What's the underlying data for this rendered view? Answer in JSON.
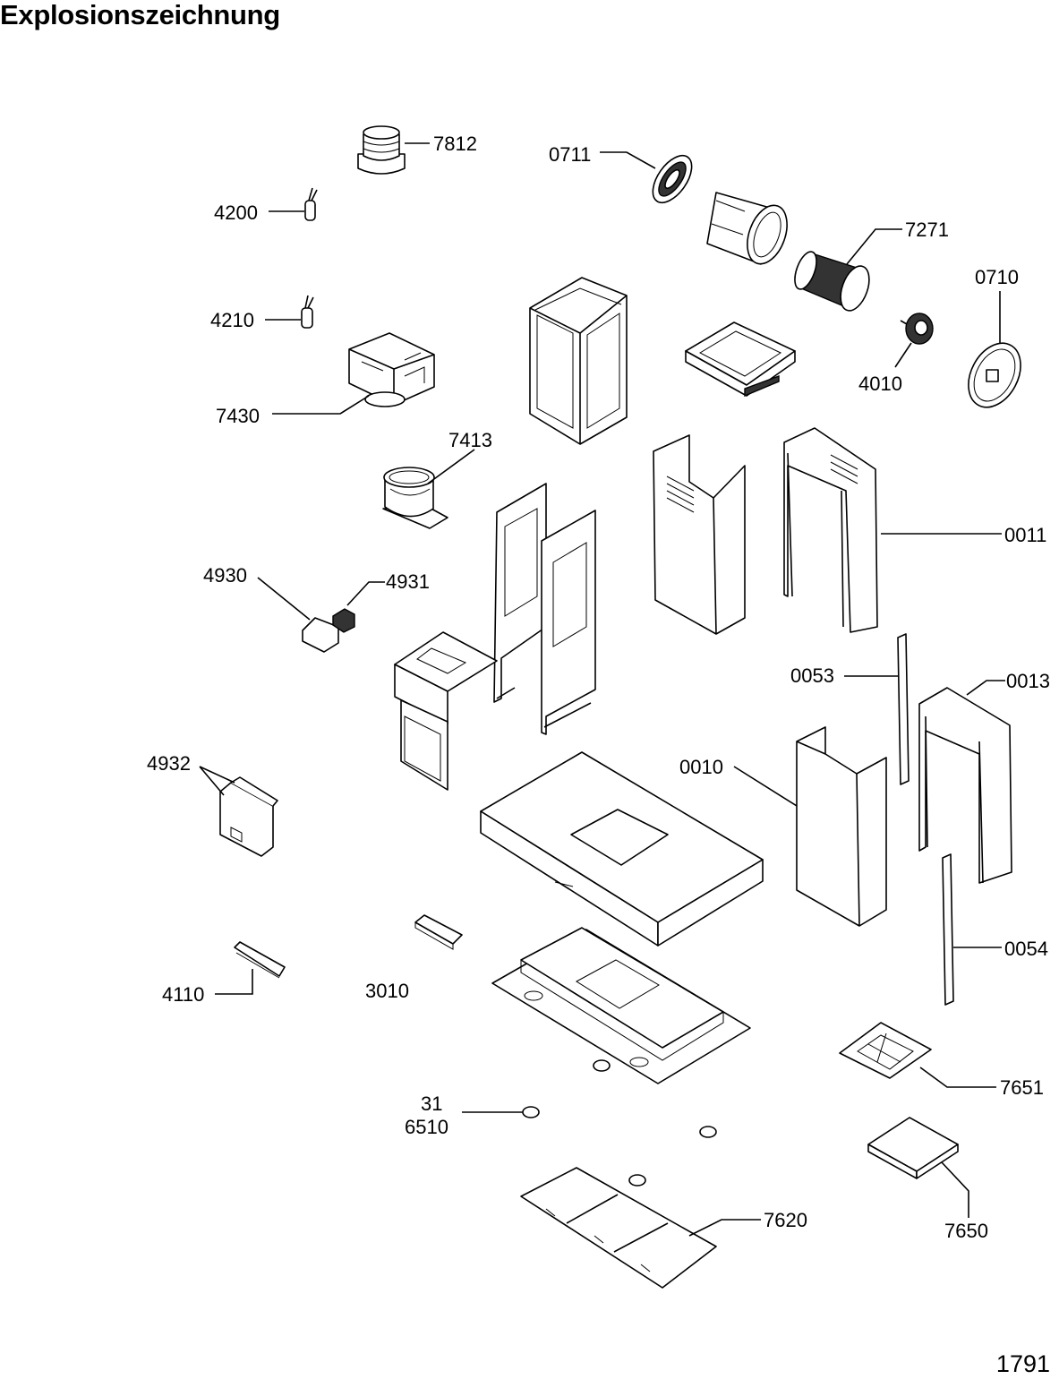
{
  "title": "Explosionszeichnung",
  "page_number": "1791",
  "labels": {
    "p7812": "7812",
    "p0711": "0711",
    "p4200": "4200",
    "p7271": "7271",
    "p0710": "0710",
    "p4210": "4210",
    "p4010": "4010",
    "p7430": "7430",
    "p7413": "7413",
    "p0011": "0011",
    "p4930": "4930",
    "p4931": "4931",
    "p0053": "0053",
    "p0013": "0013",
    "p4932": "4932",
    "p0010": "0010",
    "p0054": "0054",
    "p4110": "4110",
    "p3010": "3010",
    "p7651": "7651",
    "p31": "31",
    "p6510": "6510",
    "p7620": "7620",
    "p7650": "7650"
  }
}
